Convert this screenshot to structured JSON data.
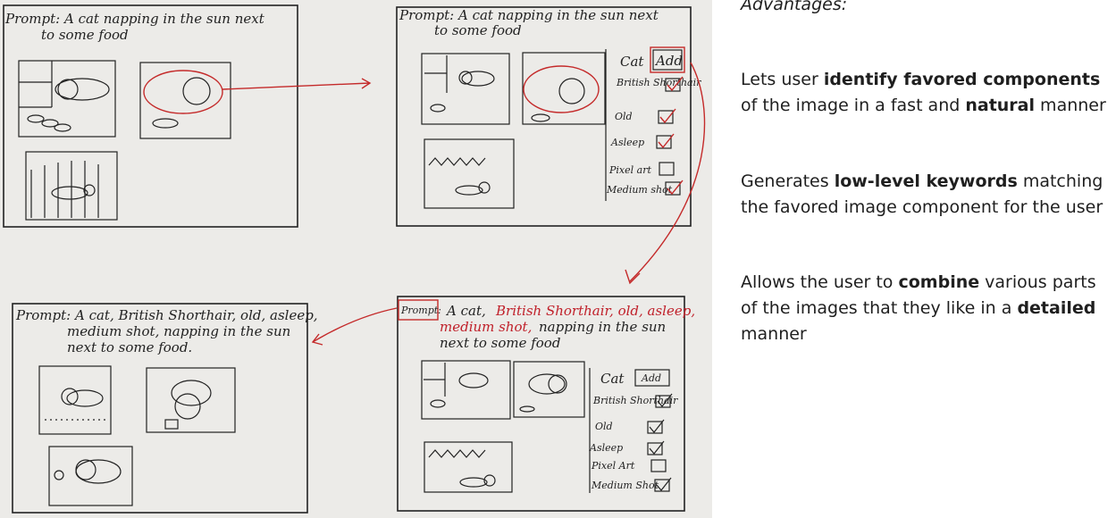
{
  "sketch": {
    "panel1": {
      "prompt": [
        "Prompt: A cat napping in the sun next",
        "to some food"
      ]
    },
    "panel2": {
      "prompt": [
        "Prompt: A cat napping in the sun next",
        "to some food"
      ],
      "add_label": "Add",
      "keyword_header": "Cat",
      "keywords": [
        "British Shorthair",
        "Old",
        "Asleep",
        "Pixel art",
        "Medium shot"
      ],
      "checked": [
        true,
        true,
        true,
        false,
        true
      ]
    },
    "panel3": {
      "prompt": [
        "Prompt: A cat, British Shorthair, old, asleep,",
        "medium shot, napping in the sun",
        "next to some food."
      ]
    },
    "panel4": {
      "prompt_label": "Prompt:",
      "prompt_black_1": "A cat,",
      "prompt_red_1": "British Shorthair, old, asleep,",
      "prompt_red_2": "medium shot,",
      "prompt_black_2": "napping in the sun",
      "prompt_black_3": "next to some food",
      "add_label": "Add",
      "keyword_header": "Cat",
      "keywords": [
        "British Shorthair",
        "Old",
        "Asleep",
        "Pixel Art",
        "Medium Shot"
      ],
      "checked": [
        true,
        true,
        true,
        false,
        true
      ]
    }
  },
  "notes": {
    "title": "Advantages:",
    "items": [
      {
        "t1": "Lets user ",
        "b1": "identify favored components",
        "t2": " of the image in a fast and ",
        "b2": "natural",
        "t3": " manner"
      },
      {
        "t1": "Generates ",
        "b1": "low-level keywords",
        "t2": " matching the favored image component for the user",
        "b2": "",
        "t3": ""
      },
      {
        "t1": "Allows the user to ",
        "b1": "combine",
        "t2": " various parts of the images that they like in a ",
        "b2": "detailed",
        "t3": " manner"
      }
    ]
  },
  "colors": {
    "paper": "#ecebe8",
    "ink": "#222222",
    "red_ink": "#c42a2a"
  }
}
